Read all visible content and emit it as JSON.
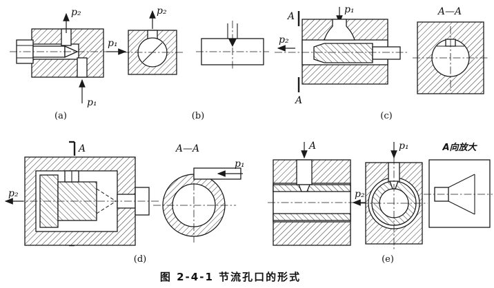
{
  "caption": "图 2-4-1  节流孔口的形式",
  "labels": {
    "p1": "p₁",
    "p2": "p₂",
    "a_mark": "A",
    "a_section": "A—A",
    "enlarged_view": "A向放大"
  },
  "subfigure_labels": {
    "a": "(a)",
    "b": "(b)",
    "c": "(c)",
    "d": "(d)",
    "e": "(e)"
  },
  "colors": {
    "ink": "#1a1a1a",
    "paper": "#ffffff"
  }
}
